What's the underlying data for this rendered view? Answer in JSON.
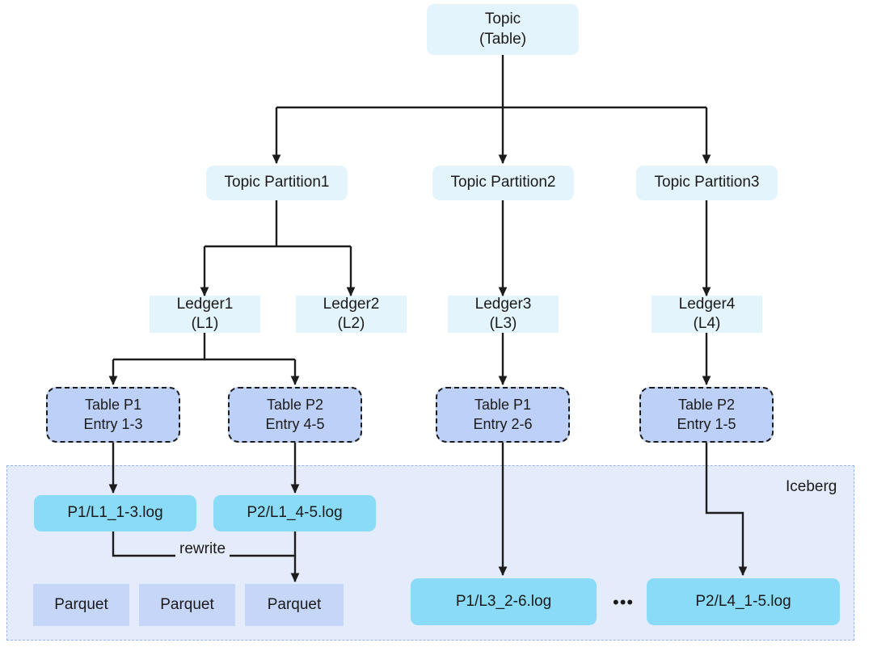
{
  "diagram": {
    "title_node": {
      "name": "topic-root",
      "lines": [
        "Topic",
        "(Table)"
      ]
    },
    "partitions": [
      {
        "name": "topic-partition-1",
        "lines": [
          "Topic Partition1"
        ]
      },
      {
        "name": "topic-partition-2",
        "lines": [
          "Topic Partition2"
        ]
      },
      {
        "name": "topic-partition-3",
        "lines": [
          "Topic Partition3"
        ]
      }
    ],
    "ledgers": [
      {
        "name": "ledger-1",
        "lines": [
          "Ledger1",
          "(L1)"
        ]
      },
      {
        "name": "ledger-2",
        "lines": [
          "Ledger2",
          "(L2)"
        ]
      },
      {
        "name": "ledger-3",
        "lines": [
          "Ledger3",
          "(L3)"
        ]
      },
      {
        "name": "ledger-4",
        "lines": [
          "Ledger4",
          "(L4)"
        ]
      }
    ],
    "table_entries": [
      {
        "name": "table-p1-entry-1-3",
        "lines": [
          "Table P1",
          "Entry 1-3"
        ]
      },
      {
        "name": "table-p2-entry-4-5",
        "lines": [
          "Table P2",
          "Entry 4-5"
        ]
      },
      {
        "name": "table-p1-entry-2-6",
        "lines": [
          "Table P1",
          "Entry 2-6"
        ]
      },
      {
        "name": "table-p2-entry-1-5",
        "lines": [
          "Table P2",
          "Entry 1-5"
        ]
      }
    ],
    "logs": [
      {
        "name": "log-p1-l1-1-3",
        "lines": [
          "P1/L1_1-3.log"
        ]
      },
      {
        "name": "log-p2-l1-4-5",
        "lines": [
          "P2/L1_4-5.log"
        ]
      },
      {
        "name": "log-p1-l3-2-6",
        "lines": [
          "P1/L3_2-6.log"
        ]
      },
      {
        "name": "log-p2-l4-1-5",
        "lines": [
          "P2/L4_1-5.log"
        ]
      }
    ],
    "parquet_files": [
      {
        "name": "parquet-file-1",
        "lines": [
          "Parquet"
        ]
      },
      {
        "name": "parquet-file-2",
        "lines": [
          "Parquet"
        ]
      },
      {
        "name": "parquet-file-3",
        "lines": [
          "Parquet"
        ]
      }
    ],
    "region_label": "Iceberg",
    "edge_label_rewrite": "rewrite",
    "ellipsis": "•••",
    "colors": {
      "tier_light_blue": "#e4f4fd",
      "tier_table_fill": "#bdd0f7",
      "tier_log_fill": "#89dbf7",
      "tier_parquet_fill": "#c6d6f9",
      "region_fill": "#e4ecfb",
      "region_border": "#9ab3e8",
      "connector": "#1c1c1c",
      "text": "#1a1a1a",
      "background": "#ffffff"
    }
  }
}
